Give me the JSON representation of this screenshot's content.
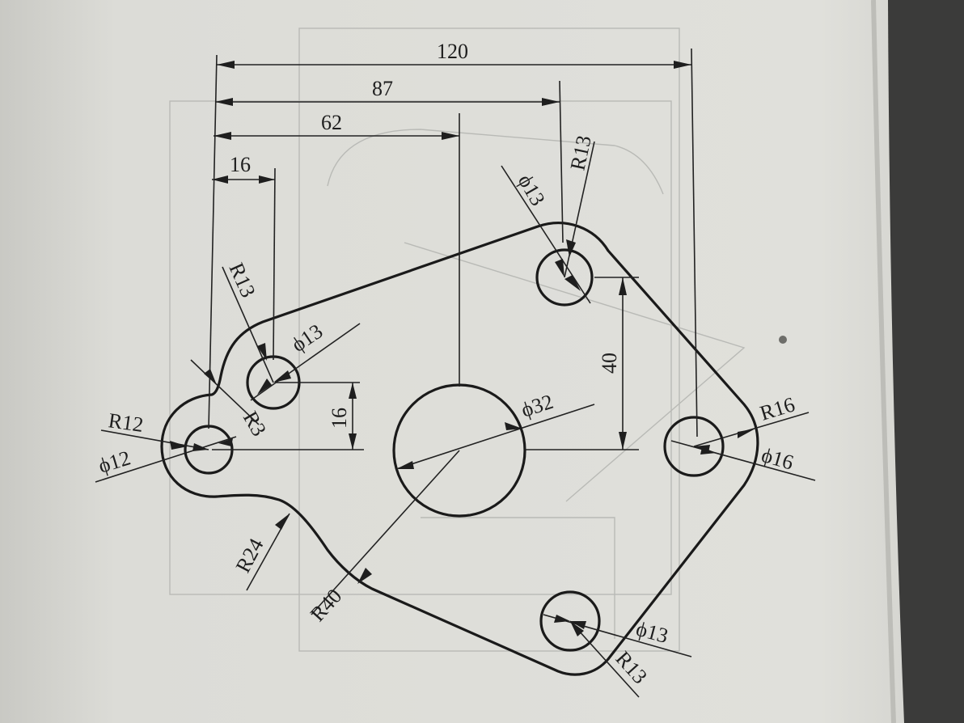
{
  "drawing": {
    "labels": {
      "d120": "120",
      "d87": "87",
      "d62": "62",
      "d16top": "16",
      "d40": "40",
      "d16vert": "16",
      "r13_topright": "R13",
      "phi13_topright": "ϕ13",
      "r13_left": "R13",
      "phi13_left": "ϕ13",
      "r12": "R12",
      "phi12": "ϕ12",
      "r3": "R3",
      "phi32": "ϕ32",
      "r16": "R16",
      "phi16": "ϕ16",
      "r24": "R24",
      "r40": "R40",
      "phi13_bottom": "ϕ13",
      "r13_bottom": "R13"
    },
    "colors": {
      "paper": "#d9d9d4",
      "ink": "#1a1a1a",
      "ghost_lines": "#b9bab6",
      "page_edge": "#3a3a3a"
    }
  }
}
